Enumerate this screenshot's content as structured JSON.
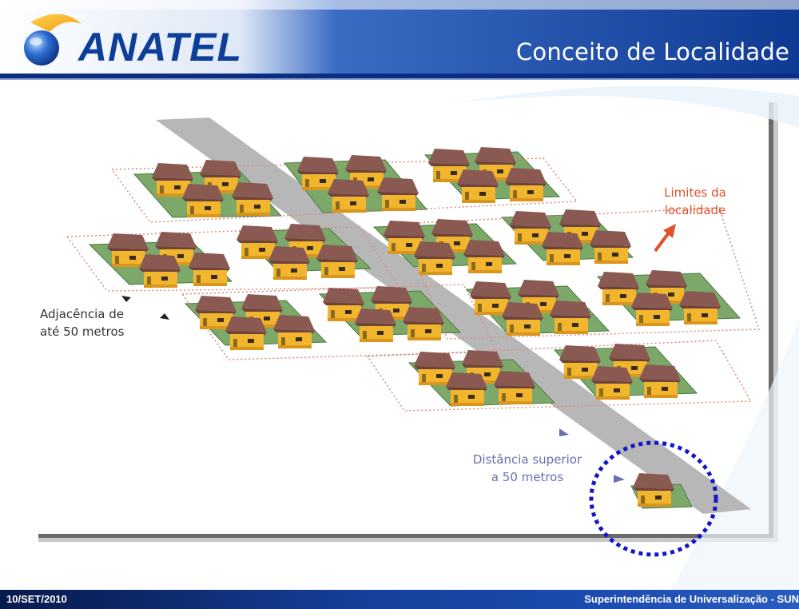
{
  "header": {
    "logo_text": "ANATEL",
    "title": "Conceito de Localidade"
  },
  "diagram": {
    "labels": {
      "limits": [
        "Limites da",
        "localidade"
      ],
      "adjacency": [
        "Adjacência de",
        "até 50 metros"
      ],
      "distance": [
        "Distância superior",
        "a 50 metros"
      ]
    }
  },
  "footer": {
    "date": "10/SET/2010",
    "department": "Superintendência de Universalização - SUN"
  },
  "colors": {
    "header_blue": "#1a4aa8",
    "road_gray": "#b7b7b7",
    "lot_green": "#7ca86a",
    "house_wall": "#f2b52e",
    "house_roof": "#8a5a52",
    "limits_label": "#e0532a",
    "distance_label": "#6b6fb0",
    "circle_blue": "#1414c8"
  }
}
